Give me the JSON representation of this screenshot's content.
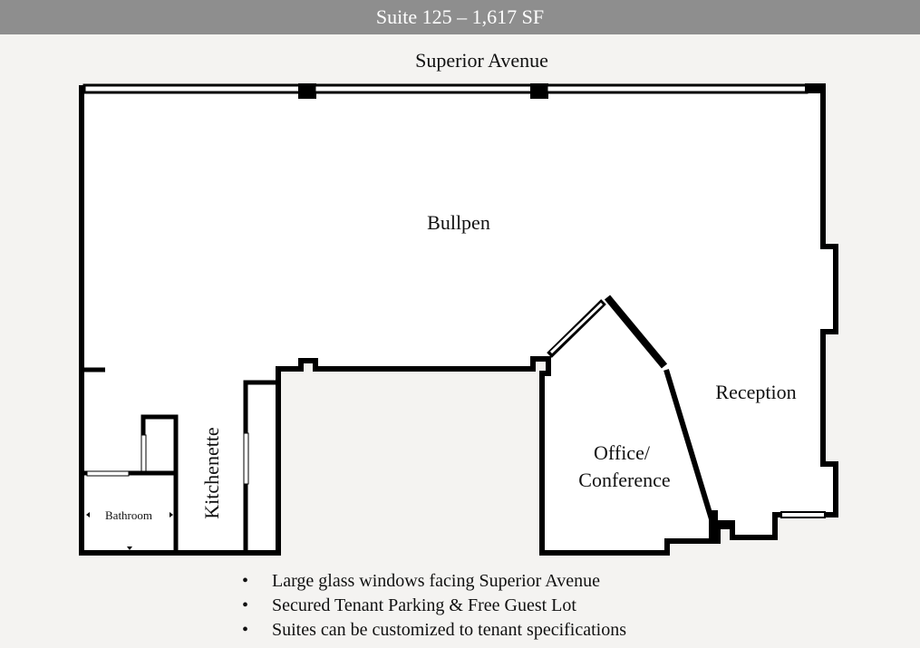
{
  "header": {
    "title": "Suite 125 – 1,617 SF"
  },
  "plan": {
    "street": "Superior Avenue",
    "rooms": {
      "bullpen": "Bullpen",
      "reception": "Reception",
      "office_line1": "Office/",
      "office_line2": "Conference",
      "kitchenette": "Kitchenette",
      "bathroom": "Bathroom"
    },
    "colors": {
      "wall": "#000000",
      "header_bg": "#8e8e8e",
      "page_bg": "#f4f3f1",
      "floor": "#ffffff"
    }
  },
  "features": [
    "Large glass windows facing Superior Avenue",
    "Secured Tenant Parking & Free Guest Lot",
    "Suites can be customized to tenant specifications"
  ]
}
